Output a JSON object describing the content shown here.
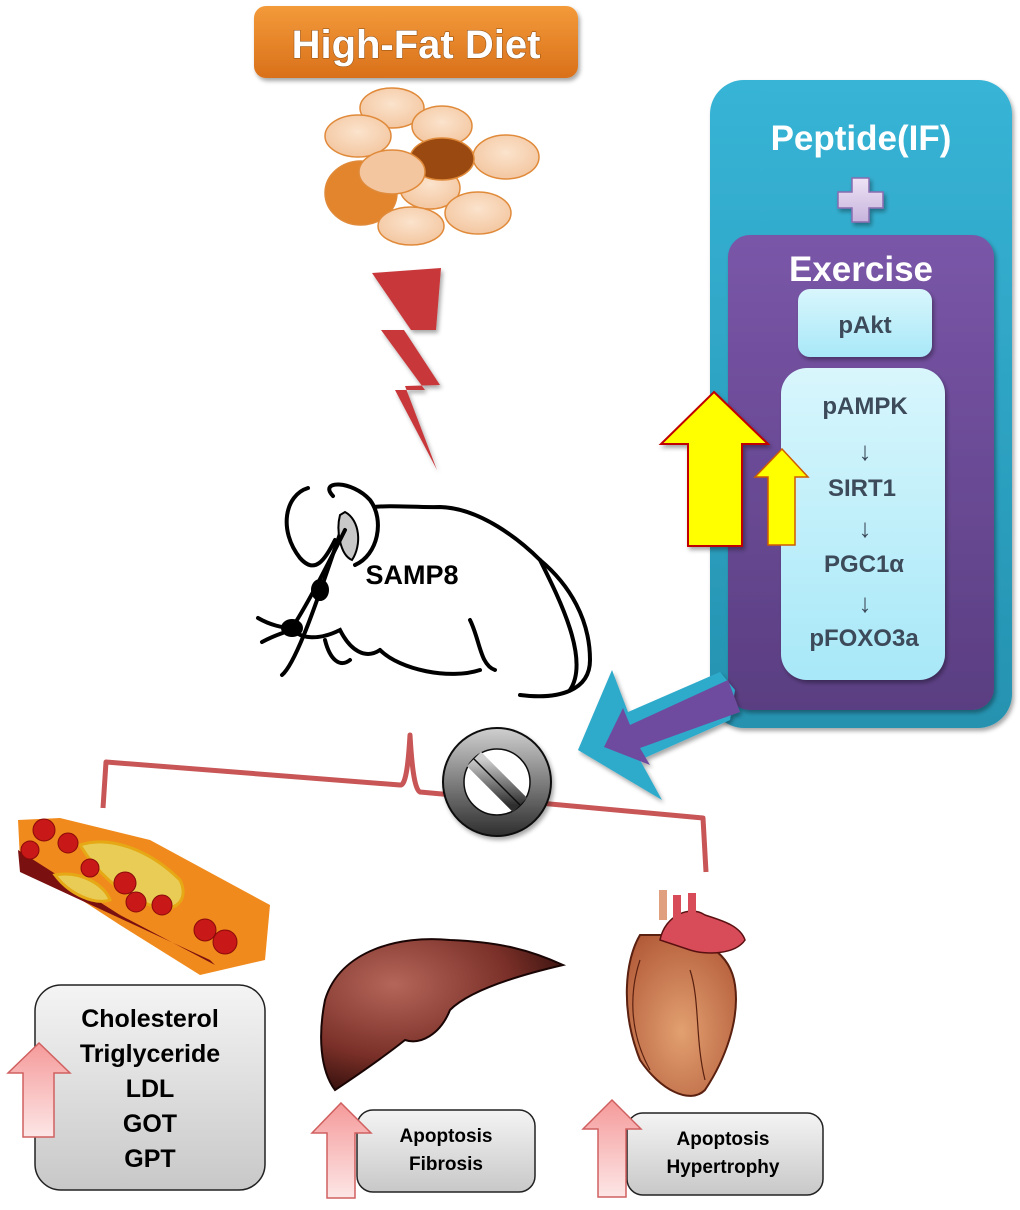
{
  "title_banner": {
    "label": "High-Fat Diet",
    "color": "#E8801F"
  },
  "subject": {
    "label": "SAMP8",
    "icon": "mouse-icon"
  },
  "intervention": {
    "outer_label": "Peptide(IF)",
    "plus_symbol": "+",
    "inner_label": "Exercise",
    "outer_color": "#2FAACB",
    "inner_color": "#6A4A96",
    "pathway_box_color": "#B8ECF8",
    "top_marker": "pAkt",
    "pathway": [
      "pAMPK",
      "SIRT1",
      "PGC1α",
      "pFOXO3a"
    ],
    "pathway_arrow": "↓",
    "up_arrows": [
      "large-yellow-up-arrow",
      "small-yellow-up-arrow"
    ]
  },
  "inhibition_icon": "prohibition-icon",
  "outcomes": [
    {
      "organ": "blood-vessel",
      "icon": "artery-plaque-icon",
      "markers": [
        "Cholesterol",
        "Triglyceride",
        "LDL",
        "GOT",
        "GPT"
      ],
      "trend": "up"
    },
    {
      "organ": "liver",
      "icon": "liver-icon",
      "markers": [
        "Apoptosis",
        "Fibrosis"
      ],
      "trend": "up"
    },
    {
      "organ": "heart",
      "icon": "heart-icon",
      "markers": [
        "Apoptosis",
        "Hypertrophy"
      ],
      "trend": "up"
    }
  ],
  "colors": {
    "bolt": "#C8383A",
    "brace": "#C85656",
    "pink_arrow": "#F6B8B8",
    "yellow_arrow": "#FFFF00"
  }
}
